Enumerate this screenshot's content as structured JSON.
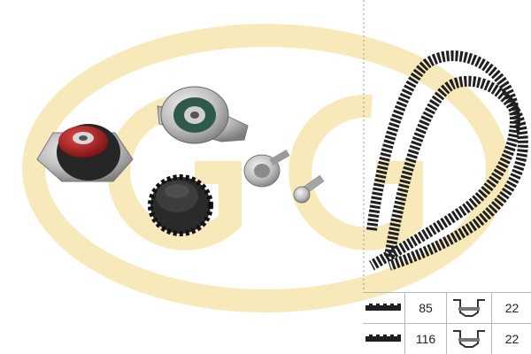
{
  "spec_table": {
    "rows": [
      {
        "teeth": "85",
        "width": "22"
      },
      {
        "teeth": "116",
        "width": "22"
      }
    ]
  },
  "colors": {
    "watermark": "#f7e6b0",
    "belt": "#1f1f1f",
    "metal": "#bfbfbf",
    "red_cap": "#b21f1f",
    "divider": "#999999"
  },
  "icons": [
    "belt-profile-icon",
    "tooth-profile-icon"
  ]
}
